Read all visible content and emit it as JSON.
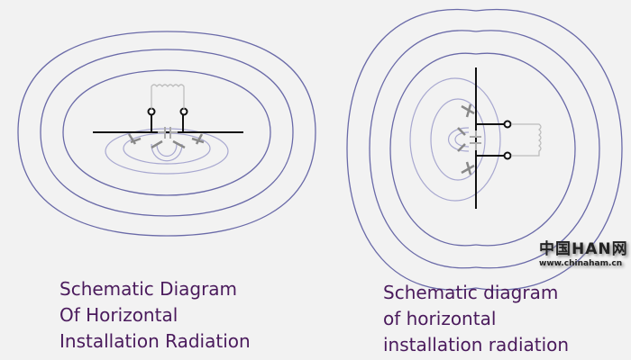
{
  "left_diagram": {
    "caption_lines": [
      "Schematic Diagram",
      "Of Horizontal",
      "Installation Radiation"
    ]
  },
  "right_diagram": {
    "caption_lines": [
      "Schematic diagram",
      "of horizontal",
      "installation radiation"
    ]
  },
  "watermark": {
    "title": "中国HAN网",
    "url": "www.chinaham.cn"
  },
  "colors": {
    "field_line": "#6a6aa8",
    "inner_field": "#a8a8d0",
    "antenna": "#111111",
    "caption": "#4a1a5c"
  }
}
